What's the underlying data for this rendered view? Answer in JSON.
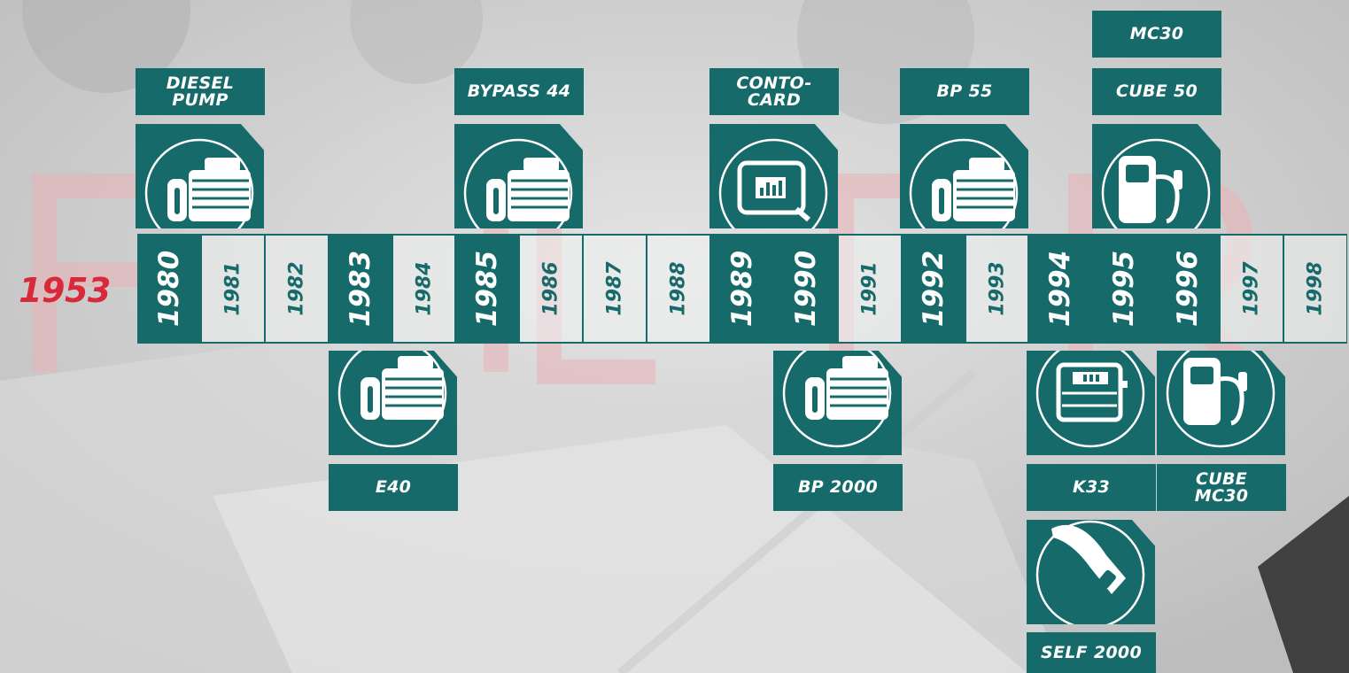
{
  "background": {
    "watermark_color": "#e9b3b8",
    "watermark_text": "FILTER"
  },
  "colors": {
    "teal": "#176a6a",
    "red": "#d8283a",
    "light": "#eff1f1"
  },
  "start_year": "1953",
  "years": [
    {
      "label": "1980",
      "highlight": true
    },
    {
      "label": "1981",
      "highlight": false
    },
    {
      "label": "1982",
      "highlight": false
    },
    {
      "label": "1983",
      "highlight": true
    },
    {
      "label": "1984",
      "highlight": false
    },
    {
      "label": "1985",
      "highlight": true
    },
    {
      "label": "1986",
      "highlight": false
    },
    {
      "label": "1987",
      "highlight": false
    },
    {
      "label": "1988",
      "highlight": false
    },
    {
      "label": "1989",
      "highlight": true
    },
    {
      "label": "1990",
      "highlight": true
    },
    {
      "label": "1991",
      "highlight": false
    },
    {
      "label": "1992",
      "highlight": true
    },
    {
      "label": "1993",
      "highlight": false
    },
    {
      "label": "1994",
      "highlight": true
    },
    {
      "label": "1995",
      "highlight": true
    },
    {
      "label": "1996",
      "highlight": true
    },
    {
      "label": "1997",
      "highlight": false
    },
    {
      "label": "1998",
      "highlight": false
    }
  ],
  "products": {
    "diesel_pump": {
      "line1": "DIESEL",
      "line2": "PUMP",
      "icon": "pump-motor-icon"
    },
    "bypass_44": {
      "line1": "BYPASS 44",
      "icon": "pump-motor-icon"
    },
    "conto_card": {
      "line1": "CONTO-",
      "line2": "CARD",
      "icon": "card-terminal-icon"
    },
    "bp_55": {
      "line1": "BP 55",
      "icon": "pump-motor-icon"
    },
    "mc30": {
      "line1": "MC30"
    },
    "cube_50": {
      "line1": "CUBE 50",
      "icon": "fuel-dispenser-icon"
    },
    "e40": {
      "line1": "E40",
      "icon": "pump-motor-icon"
    },
    "bp_2000": {
      "line1": "BP 2000",
      "icon": "pump-motor-icon"
    },
    "k33": {
      "line1": "K33",
      "icon": "meter-display-icon"
    },
    "cube_mc30": {
      "line1": "CUBE",
      "line2": "MC30",
      "icon": "fuel-dispenser-icon"
    },
    "self_2000": {
      "line1": "SELF 2000",
      "icon": "fuel-nozzle-icon"
    }
  }
}
